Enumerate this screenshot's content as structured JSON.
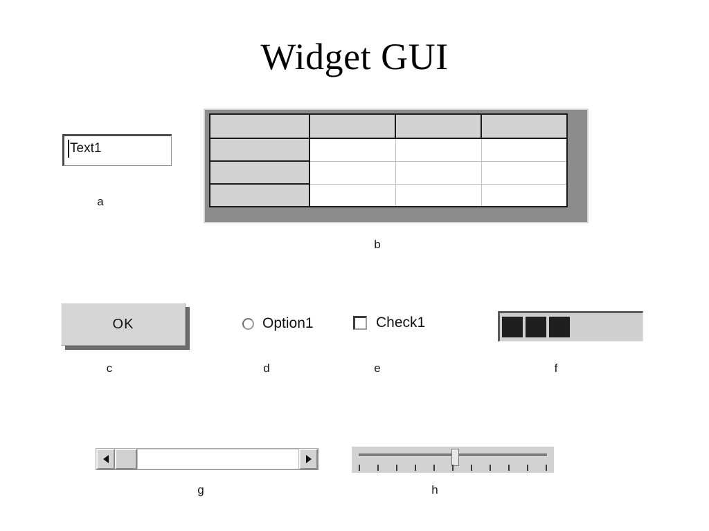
{
  "slide": {
    "title": "Widget GUI",
    "background": "#ffffff"
  },
  "widgets": {
    "textbox": {
      "caption": "a",
      "value": "Text1",
      "caret_visible": true
    },
    "grid": {
      "caption": "b",
      "columns": 4,
      "rows": 4,
      "header_row_labels": [
        "",
        "",
        "",
        ""
      ],
      "row_header_labels": [
        "",
        "",
        ""
      ],
      "cells": [
        [
          "",
          "",
          ""
        ],
        [
          "",
          "",
          ""
        ],
        [
          "",
          "",
          ""
        ]
      ],
      "header_color": "#d3d3d3",
      "cell_color": "#ffffff",
      "frame_color": "#8c8c8c"
    },
    "button": {
      "caption": "c",
      "label": "OK",
      "face_color": "#d6d6d6",
      "shadow_color": "#6b6b6b"
    },
    "radio": {
      "caption": "d",
      "label": "Option1",
      "checked": false
    },
    "checkbox": {
      "caption": "e",
      "label": "Check1",
      "checked": false
    },
    "progress": {
      "caption": "f",
      "blocks_filled": 3,
      "block_color": "#1f1f1f",
      "trough_color": "#cfcfcf"
    },
    "scrollbar": {
      "caption": "g",
      "left_arrow": "arrow-left",
      "right_arrow": "arrow-right",
      "thumb_position": "left",
      "trough_color": "#ffffff"
    },
    "slider": {
      "caption": "h",
      "tick_count": 11,
      "thumb_position_index": 5,
      "track_color": "#7d7d7d"
    }
  }
}
